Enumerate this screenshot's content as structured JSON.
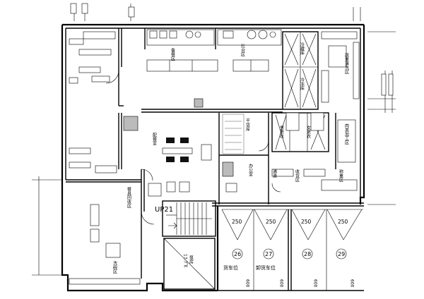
{
  "plan": {
    "stair_label": "UP21",
    "pump_room_name": "泵房",
    "pump_room_area": "17.7㎡",
    "parking_left_label": "货车位",
    "parking_right_label": "卸货车位",
    "parking_width": "250",
    "parking_depth": "600",
    "spaces": [
      {
        "number": "26"
      },
      {
        "number": "27"
      },
      {
        "number": "28"
      },
      {
        "number": "29"
      }
    ],
    "rooms": {
      "dish_area": "备餐区",
      "stove_area": "灶台区",
      "cold_storage": "冷藏库",
      "freezer": "冷冻库",
      "veg_wash": "蔬果清洗区",
      "meat_process": "肉类加工区",
      "office": "办公室",
      "receiving": "收货区",
      "weighing": "称重区",
      "dry_store": "干货库",
      "male_changing": "男更衣",
      "female_changing": "女更衣",
      "dish_return": "餐具回收区",
      "wash_area": "洗碗区",
      "pass": "通道",
      "staff_canteen": "配餐室"
    }
  }
}
